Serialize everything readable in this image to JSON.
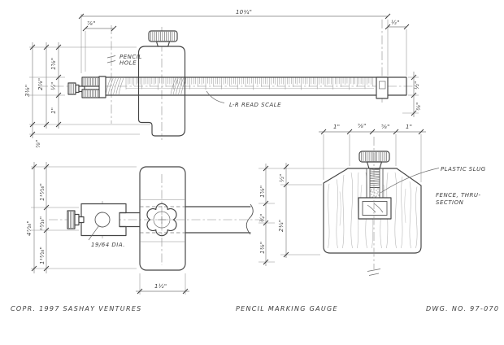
{
  "sheet": {
    "copyright": "COPR. 1997 SASHAY VENTURES",
    "title": "PENCIL MARKING GAUGE",
    "drawing_number": "DWG. NO. 97-070"
  },
  "side_view": {
    "callouts": {
      "pencil_hole_line1": "PENCIL",
      "pencil_hole_line2": "HOLE",
      "read_scale": "L-R READ SCALE"
    },
    "dimensions": {
      "overall_length": "10¼\"",
      "pencil_hole_offset": "⅞\"",
      "end_to_pin": "½\"",
      "beam_height": "½\"",
      "pin_below": "⅜\"",
      "fence_height": "3⅛\"",
      "fence_to_beam": "2⅞\"",
      "top_to_beam": "1⅝\"",
      "beam_thickness": "½\"",
      "beam_to_notch": "1\"",
      "notch_height": "⅞\""
    }
  },
  "plan_view": {
    "callouts": {
      "hole_diameter": "19/64 DIA."
    },
    "dimensions": {
      "overall_width": "4⁷⁄₁₆\"",
      "top_to_beam": "1¹³⁄₁₆\"",
      "beam_width": "¹³⁄₁₆\"",
      "beam_to_bottom": "1¹³⁄₁₆\"",
      "fence_thickness": "1½\"",
      "right_top": "1⅝\"",
      "right_beam": "¾\"",
      "right_bottom": "1⅜\""
    }
  },
  "section_view": {
    "callouts": {
      "plastic_slug": "PLASTIC SLUG",
      "fence_section_line1": "FENCE, THRU-",
      "fence_section_line2": "SECTION"
    },
    "dimensions": {
      "width_left": "1\"",
      "width_mid_left": "⅝\"",
      "width_mid_right": "⅝\"",
      "width_right": "1\"",
      "chamfer_height": "½\"",
      "body_height": "2¼\""
    }
  }
}
